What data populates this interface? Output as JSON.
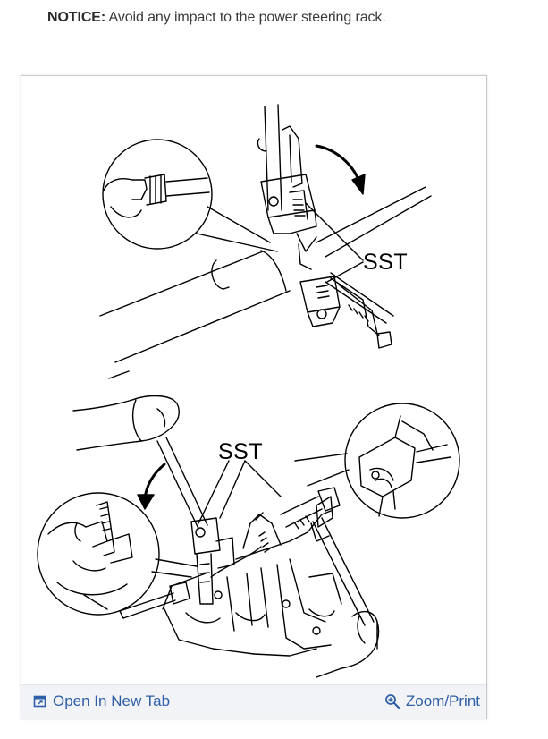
{
  "notice": {
    "label": "NOTICE:",
    "text": " Avoid any impact to the power steering rack."
  },
  "figure": {
    "callouts": [
      "SST",
      "SST"
    ]
  },
  "toolbar": {
    "open_label": "Open In New Tab",
    "open_icon": "open-in-new-tab-icon",
    "zoom_label": "Zoom/Print",
    "zoom_icon": "magnifier-plus-icon",
    "link_color": "#2f5fa8"
  }
}
